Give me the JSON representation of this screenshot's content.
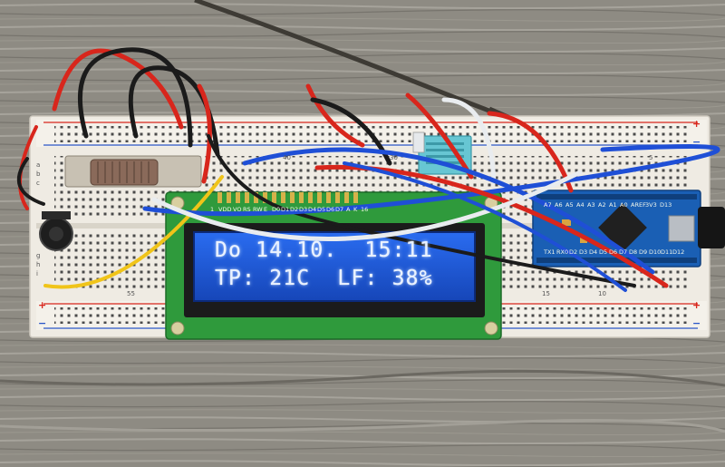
{
  "lcd": {
    "line1": "Do 14.10.  15:11",
    "line2": "TP: 21C  LF: 38%",
    "backlight": "#1f5bd8",
    "text_color": "#eaf2ff",
    "pcb_color": "#2f9a3c"
  },
  "lcd_header": {
    "pin1": "1",
    "pin16": "16",
    "pins": [
      "VDD",
      "VO",
      "RS",
      "RW",
      "E",
      "D0",
      "D1",
      "D2",
      "D3",
      "D4",
      "D5",
      "D6",
      "D7",
      "A",
      "K"
    ]
  },
  "breadboard": {
    "color": "#efebe3",
    "rail_plus": "+",
    "rail_minus": "−",
    "col_numbers": [
      "40",
      "30",
      "5",
      "10",
      "15",
      "55"
    ],
    "row_letters_top": [
      "a",
      "b",
      "c"
    ],
    "row_letters_bottom": [
      "g",
      "h",
      "i"
    ]
  },
  "nano": {
    "pins_top": [
      "A7",
      "A6",
      "A5",
      "A4",
      "A3",
      "A2",
      "A1",
      "A0",
      "AREF",
      "3V3",
      "D13"
    ],
    "pins_bottom": [
      "TX1",
      "RX0",
      "D2",
      "D3",
      "D4",
      "D5",
      "D6",
      "D7",
      "D8",
      "D9",
      "D10",
      "D11",
      "D12"
    ],
    "color": "#1a5fb4"
  },
  "sensor": {
    "color": "#67c6d3"
  },
  "wires": {
    "red": "#d8261c",
    "black": "#1b1b1b",
    "white": "#e9ecef",
    "blue": "#1f4fd6",
    "yellow": "#f0c419"
  }
}
